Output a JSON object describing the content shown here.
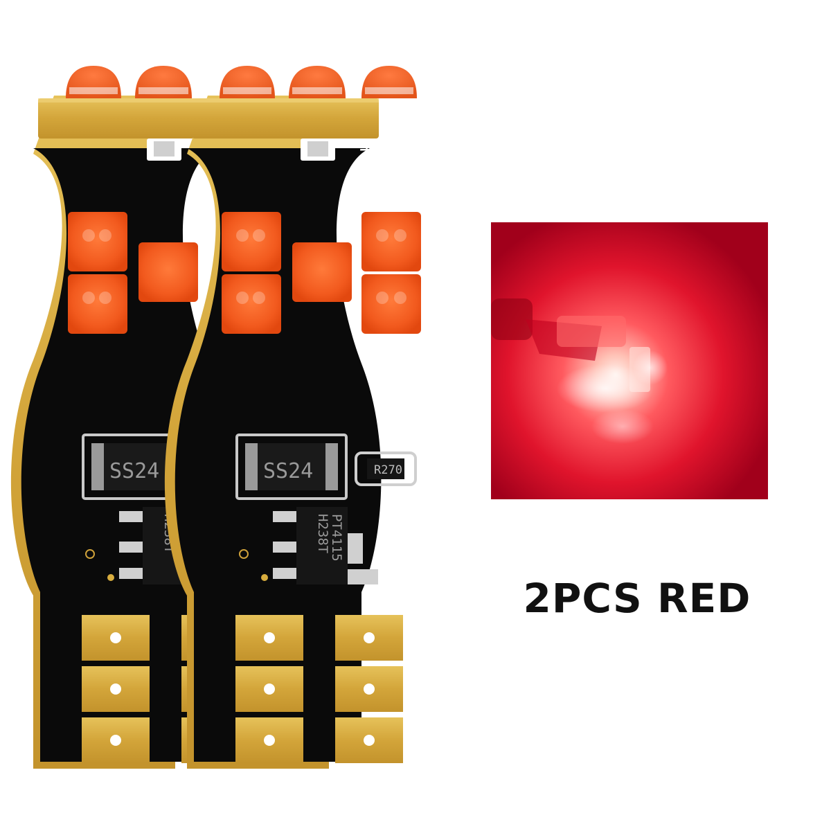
{
  "caption": "2PCS RED",
  "chips": {
    "diode_code": "SS24",
    "driver_line1": "PT4115",
    "driver_line2": "H238T",
    "resistor_code": "R270"
  },
  "colors": {
    "pcb": "#0a0a0a",
    "gold": "#d8ad3e",
    "led": "#f25a1e",
    "glow": "#ff2d3c"
  },
  "icons": {
    "positive_terminal": "plus-icon"
  }
}
